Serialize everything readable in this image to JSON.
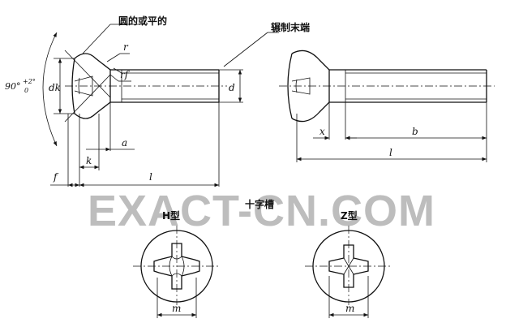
{
  "labels": {
    "round_or_flat": "圆的或平的",
    "rolled_end": "辗制末端",
    "cross_recess": "十字槽",
    "h_type": "H型",
    "z_type": "Z型",
    "angle": "90°",
    "angle_tol_upper": "+2°",
    "angle_tol_lower": "0",
    "r": "r",
    "rf": "rf",
    "dk": "dk",
    "d": "d",
    "a": "a",
    "k": "k",
    "f": "f",
    "l_left": "l",
    "l_right": "l",
    "x": "x",
    "b": "b",
    "m_h": "m",
    "m_z": "m"
  },
  "watermark": "EXACT-CN.COM"
}
